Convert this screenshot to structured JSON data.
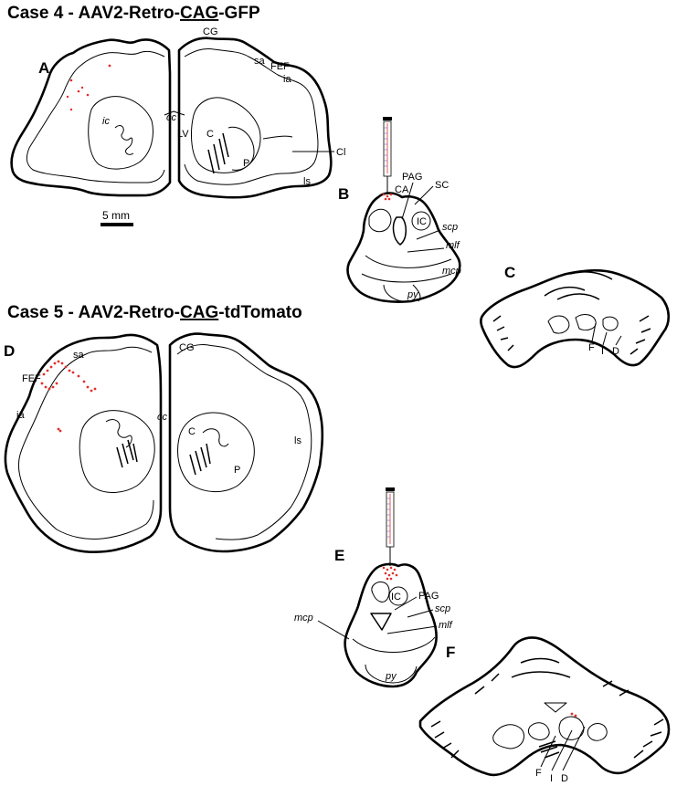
{
  "case4": {
    "title_prefix": "Case 4 - AAV2-Retro-",
    "title_underlined": "CAG",
    "title_suffix": "-GFP"
  },
  "case5": {
    "title_prefix": "Case 5  - AAV2-Retro-",
    "title_underlined": "CAG",
    "title_suffix": "-tdTomato"
  },
  "panels": {
    "A": "A",
    "B": "B",
    "C": "C",
    "D": "D",
    "E": "E",
    "F": "F"
  },
  "scale_bar": {
    "label": "5 mm"
  },
  "labels_a": {
    "cg": "CG",
    "sa": "sa",
    "fef": "FEF",
    "ia": "ia",
    "ic": "ic",
    "cc": "cc",
    "lv": "LV",
    "c": "C",
    "p": "P",
    "cl": "Cl",
    "ls": "ls"
  },
  "labels_b": {
    "pag": "PAG",
    "ca": "CA",
    "sc": "SC",
    "ic": "IC",
    "scp": "scp",
    "mlf": "mlf",
    "mcp": "mcp",
    "py": "py"
  },
  "labels_c": {
    "f": "F",
    "i": "I",
    "d": "D"
  },
  "labels_d": {
    "sa": "sa",
    "cg": "CG",
    "fef": "FEF",
    "ia": "ia",
    "cc": "cc",
    "c": "C",
    "p": "P",
    "ls": "ls"
  },
  "labels_e": {
    "ic": "IC",
    "pag": "PAG",
    "scp": "scp",
    "mlf": "mlf",
    "mcp": "mcp",
    "py": "py"
  },
  "labels_f": {
    "f": "F",
    "i": "I",
    "d": "D"
  },
  "colors": {
    "injection": "#e0302a",
    "outline": "#000000",
    "background": "#ffffff"
  }
}
